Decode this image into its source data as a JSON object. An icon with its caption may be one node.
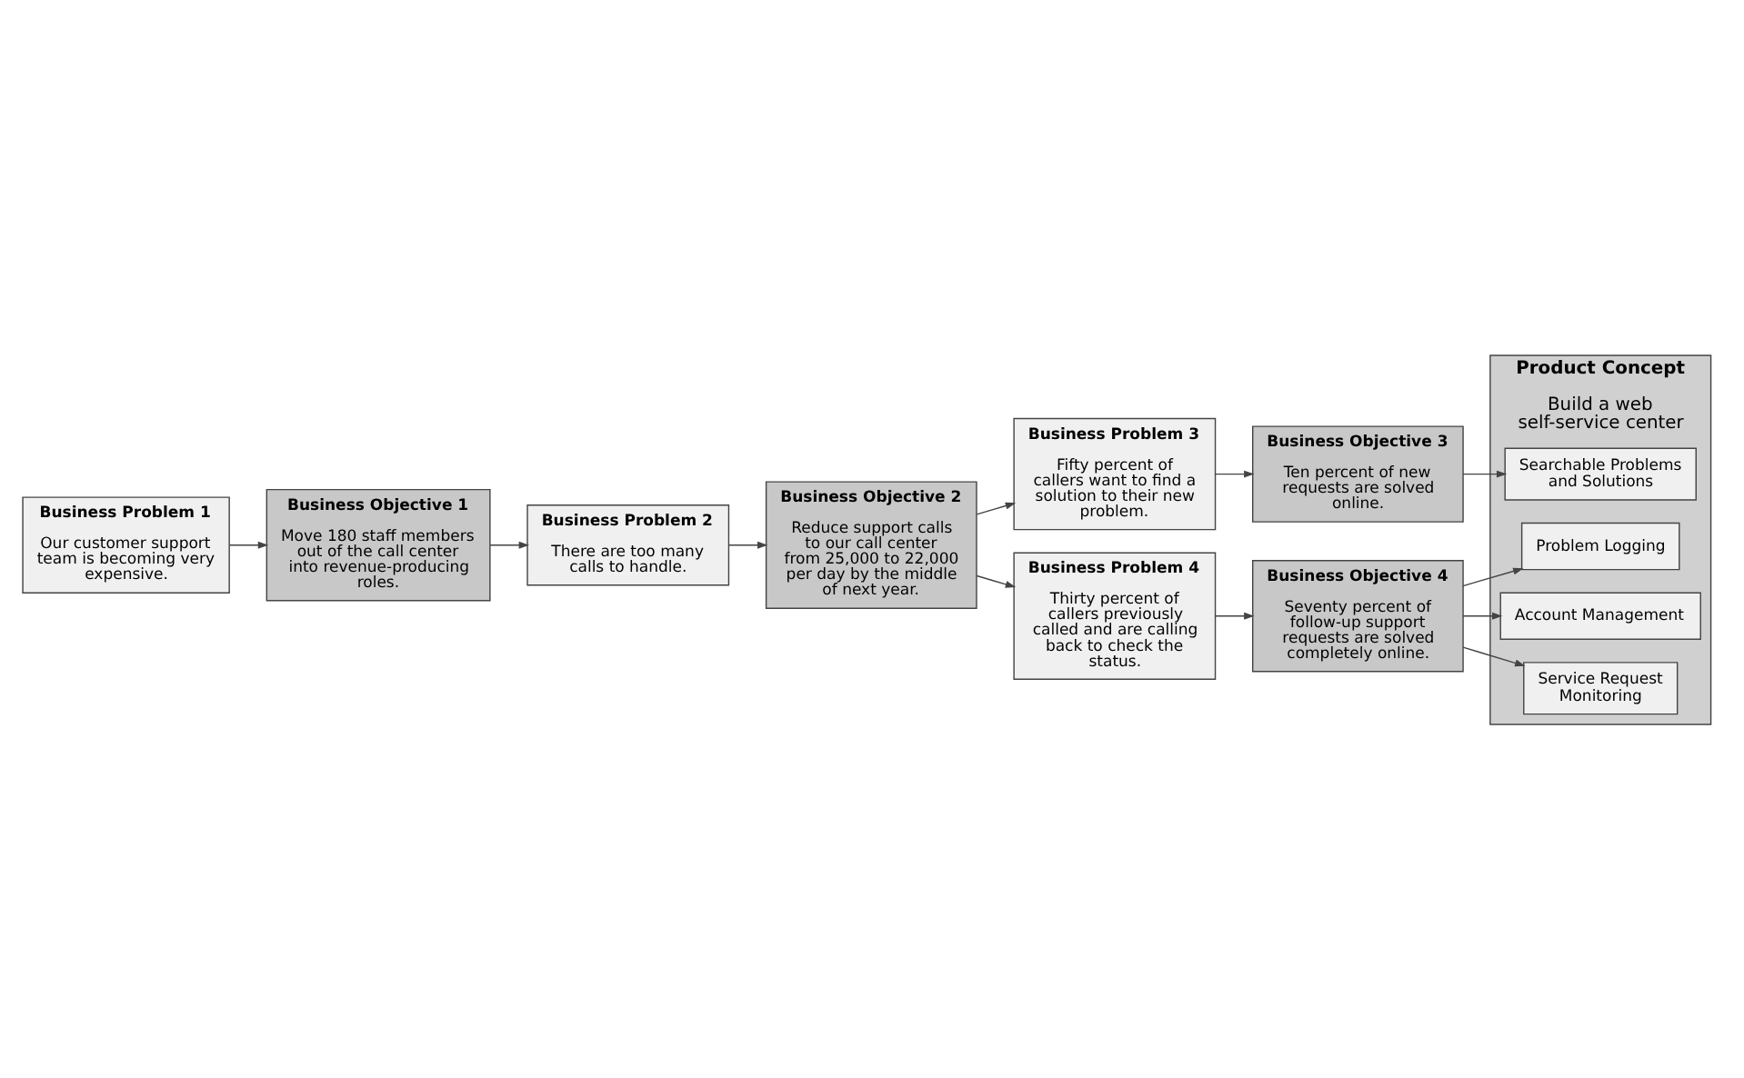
{
  "diagram": {
    "nodes": [
      {
        "text": [
          "Business Problem 1",
          "Our customer support team is becoming very expensive."
        ]
      },
      {
        "text": [
          "Business Objective 1",
          "Move 180 staff members out of the call center into revenue-producing roles."
        ]
      },
      {
        "text": [
          "Business Problem 2",
          "There are too many calls to handle."
        ]
      },
      {
        "text": [
          "Business Objective 2",
          "Reduce support calls to our call center from 25,000 to 22,000 per day by the middle of next year."
        ]
      },
      {
        "text": [
          "Business Problem 3",
          "Fifty percent of callers want to find a solution to their new problem."
        ]
      },
      {
        "text": [
          "Business Objective 3",
          "Ten percent of new requests are solved online."
        ]
      },
      {
        "text": [
          "Business Problem 4",
          "Thirty percent of callers previously called and are calling back to check the status."
        ]
      },
      {
        "text": [
          "Business Objective 4",
          "Seventy percent of follow-up support requests are solved completely online."
        ]
      },
      {
        "text": [
          "Product Concept",
          "Build a web self-service center"
        ]
      },
      {
        "text": [
          "Searchable Problems and Solutions"
        ],
        "in": 8
      },
      {
        "text": [
          "Problem Logging"
        ],
        "in": 8
      },
      {
        "text": [
          "Account Management"
        ],
        "in": 8
      },
      {
        "text": [
          "Service Request Monitoring"
        ],
        "in": 8
      }
    ],
    "edges": [
      {
        "from": 0,
        "to": 1,
        "arrow": "to"
      },
      {
        "from": 1,
        "to": 2,
        "arrow": "to"
      },
      {
        "from": 2,
        "to": 3,
        "arrow": "to"
      },
      {
        "from": 3,
        "to": 4,
        "arrow": "to"
      },
      {
        "from": 3,
        "to": 6,
        "arrow": "to"
      },
      {
        "from": 4,
        "to": 5,
        "arrow": "to"
      },
      {
        "from": 6,
        "to": 7,
        "arrow": "to"
      },
      {
        "from": 5,
        "to": 9,
        "arrow": "to"
      },
      {
        "from": 7,
        "to": 10,
        "arrow": "to"
      },
      {
        "from": 7,
        "to": 11,
        "arrow": "to"
      },
      {
        "from": 7,
        "to": 12,
        "arrow": "to"
      }
    ]
  }
}
